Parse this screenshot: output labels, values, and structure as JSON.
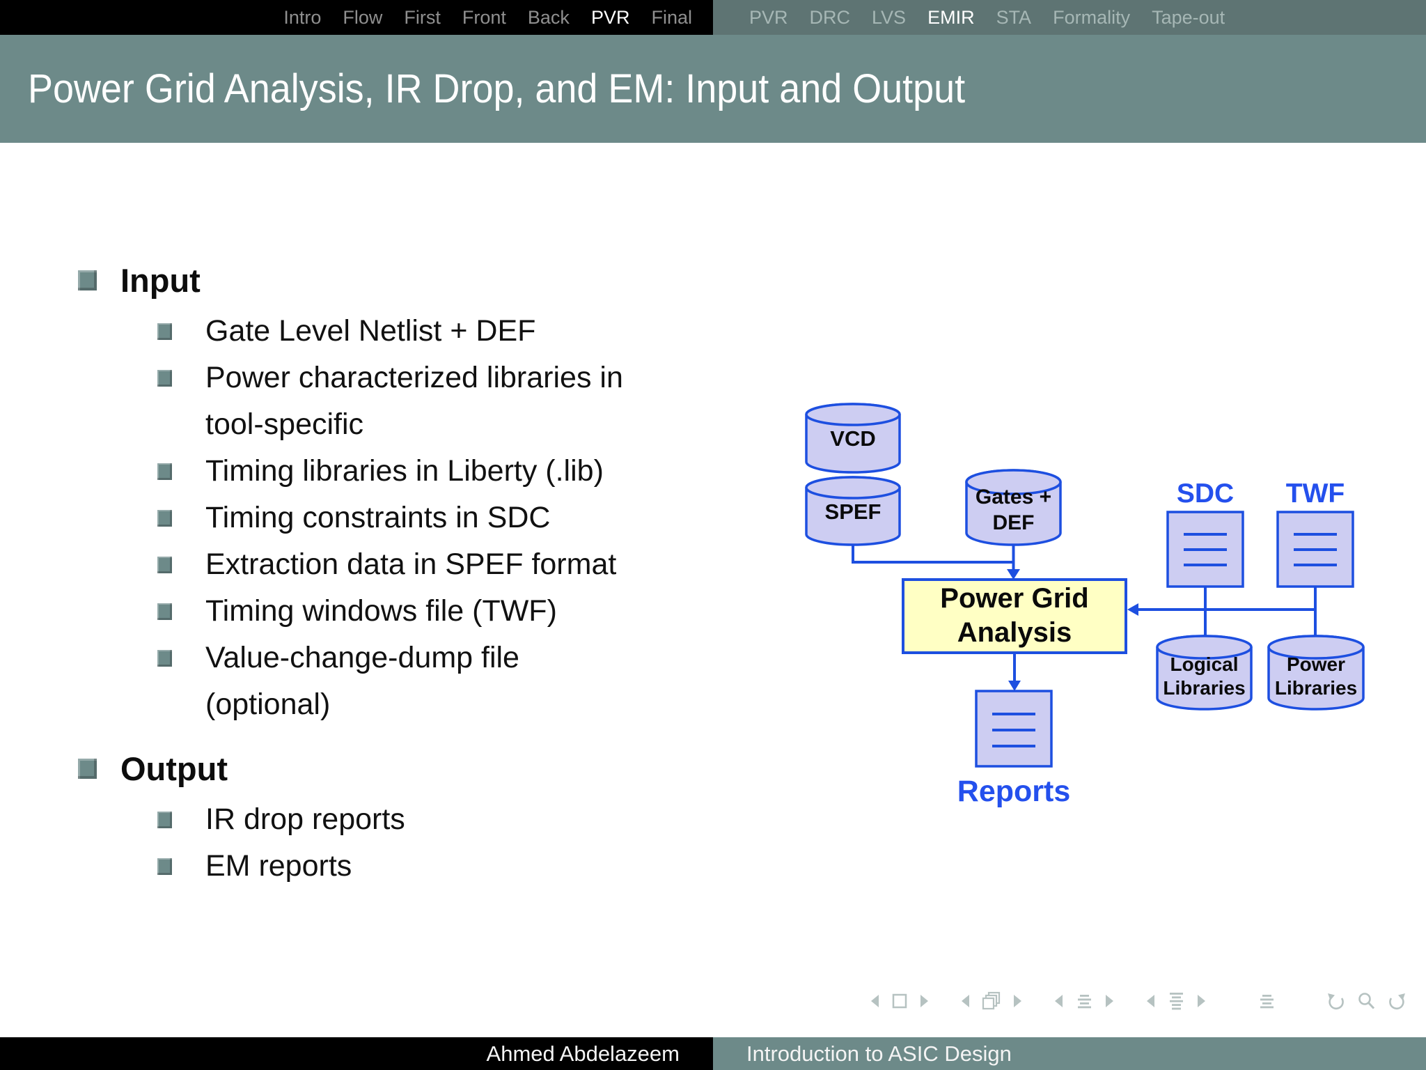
{
  "slide": {
    "title": "Power Grid Analysis, IR Drop, and EM: Input and Output"
  },
  "top_nav": {
    "left_items": [
      {
        "label": "Intro",
        "active": false
      },
      {
        "label": "Flow",
        "active": false
      },
      {
        "label": "First",
        "active": false
      },
      {
        "label": "Front",
        "active": false
      },
      {
        "label": "Back",
        "active": false
      },
      {
        "label": "PVR",
        "active": true
      },
      {
        "label": "Final",
        "active": false
      }
    ],
    "right_items": [
      {
        "label": "PVR",
        "active": false
      },
      {
        "label": "DRC",
        "active": false
      },
      {
        "label": "LVS",
        "active": false
      },
      {
        "label": "EMIR",
        "active": true
      },
      {
        "label": "STA",
        "active": false
      },
      {
        "label": "Formality",
        "active": false
      },
      {
        "label": "Tape-out",
        "active": false
      }
    ]
  },
  "content": {
    "sections": [
      {
        "title": "Input",
        "items": [
          {
            "lines": [
              "Gate Level Netlist + DEF"
            ]
          },
          {
            "lines": [
              "Power characterized libraries in",
              "tool-specific"
            ]
          },
          {
            "lines": [
              "Timing libraries in Liberty (.lib)"
            ]
          },
          {
            "lines": [
              "Timing constraints in SDC"
            ]
          },
          {
            "lines": [
              "Extraction data in SPEF format"
            ]
          },
          {
            "lines": [
              "Timing windows file (TWF)"
            ]
          },
          {
            "lines": [
              "Value-change-dump file",
              "(optional)"
            ]
          }
        ]
      },
      {
        "title": "Output",
        "items": [
          {
            "lines": [
              "IR drop reports"
            ]
          },
          {
            "lines": [
              "EM reports"
            ]
          }
        ]
      }
    ]
  },
  "diagram": {
    "nodes": {
      "vcd": {
        "label": "VCD",
        "type": "database"
      },
      "spef": {
        "label": "SPEF",
        "type": "database"
      },
      "gates_def": {
        "label": "Gates +\nDEF",
        "type": "database"
      },
      "sdc": {
        "label": "SDC",
        "type": "document"
      },
      "twf": {
        "label": "TWF",
        "type": "document"
      },
      "pga": {
        "label": "Power Grid\nAnalysis",
        "type": "process"
      },
      "logical_libs": {
        "label": "Logical\nLibraries",
        "type": "database"
      },
      "power_libs": {
        "label": "Power\nLibraries",
        "type": "database"
      },
      "reports": {
        "label": "Reports",
        "type": "document"
      }
    },
    "colors": {
      "node_fill": "#cdcdf2",
      "node_stroke": "#1d4fe0",
      "process_fill": "#ffffc4",
      "label_blue": "#2450ed"
    }
  },
  "nav_symbols": [
    "prev-slide",
    "slide-frame",
    "next-slide",
    "prev-frame",
    "frames-stack",
    "next-frame",
    "prev-subsection",
    "subsection-outline",
    "next-subsection",
    "prev-section",
    "section-outline",
    "next-section",
    "presentation-outline",
    "go-back",
    "search",
    "go-forward"
  ],
  "footer": {
    "author": "Ahmed Abdelazeem",
    "course": "Introduction to ASIC Design"
  },
  "colors": {
    "accent_teal": "#6d8a89",
    "nav_dark_teal": "#5e7473",
    "nav_black": "#000000",
    "active_text": "#ffffff"
  }
}
